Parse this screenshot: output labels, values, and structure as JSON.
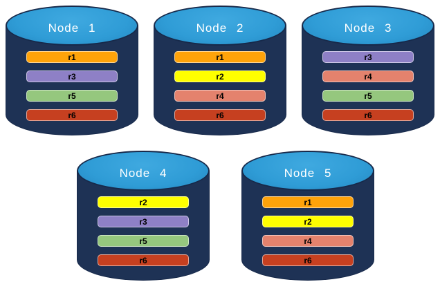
{
  "diagram": {
    "description": "Five database nodes with replicated partitions"
  },
  "nodes": [
    {
      "title": "Node 1",
      "replicas": [
        "r1",
        "r3",
        "r5",
        "r6"
      ]
    },
    {
      "title": "Node 2",
      "replicas": [
        "r1",
        "r2",
        "r4",
        "r6"
      ]
    },
    {
      "title": "Node 3",
      "replicas": [
        "r3",
        "r4",
        "r5",
        "r6"
      ]
    },
    {
      "title": "Node 4",
      "replicas": [
        "r2",
        "r3",
        "r5",
        "r6"
      ]
    },
    {
      "title": "Node 5",
      "replicas": [
        "r1",
        "r2",
        "r4",
        "r6"
      ]
    }
  ],
  "layout_rows": [
    [
      0,
      1,
      2
    ],
    [
      3,
      4
    ]
  ],
  "colors": {
    "cylinder_body": "#1E3255",
    "cylinder_top": "#2F9CD6",
    "cylinder_edge": "#17294A",
    "title_text": "#FFFFFF",
    "bar_text": "#000000",
    "replicas": {
      "r1": "#FFA30A",
      "r2": "#FFFF00",
      "r3": "#8E80C6",
      "r4": "#E4826D",
      "r5": "#95C77E",
      "r6": "#C64020"
    }
  }
}
